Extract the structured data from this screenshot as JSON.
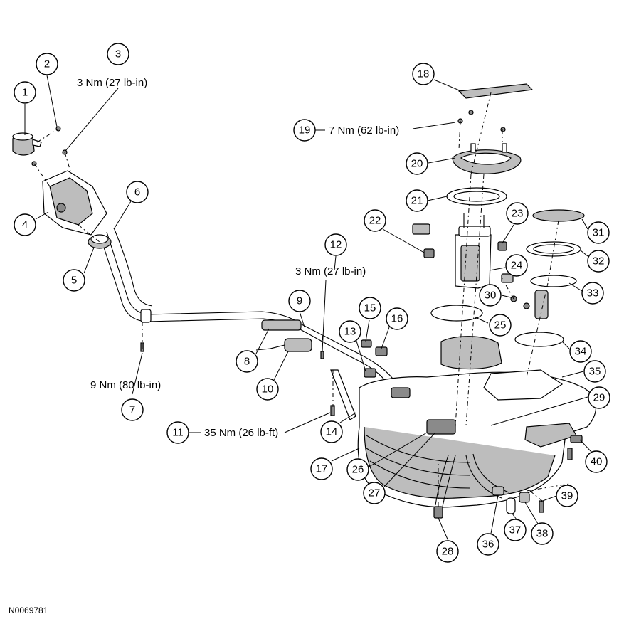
{
  "figure_id": "N0069781",
  "callouts": [
    "1",
    "2",
    "3",
    "4",
    "5",
    "6",
    "7",
    "8",
    "9",
    "10",
    "11",
    "12",
    "13",
    "14",
    "15",
    "16",
    "17",
    "18",
    "19",
    "20",
    "21",
    "22",
    "23",
    "24",
    "25",
    "26",
    "27",
    "28",
    "29",
    "30",
    "31",
    "32",
    "33",
    "34",
    "35",
    "36",
    "37",
    "38",
    "39",
    "40"
  ],
  "torque_specs": {
    "t3": "3 Nm (27 lb-in)",
    "t7": "9 Nm (80 lb-in)",
    "t11": "35 Nm (26 lb-ft)",
    "t12": "3 Nm (27 lb-in)",
    "t19": "7 Nm (62 lb-in)"
  }
}
